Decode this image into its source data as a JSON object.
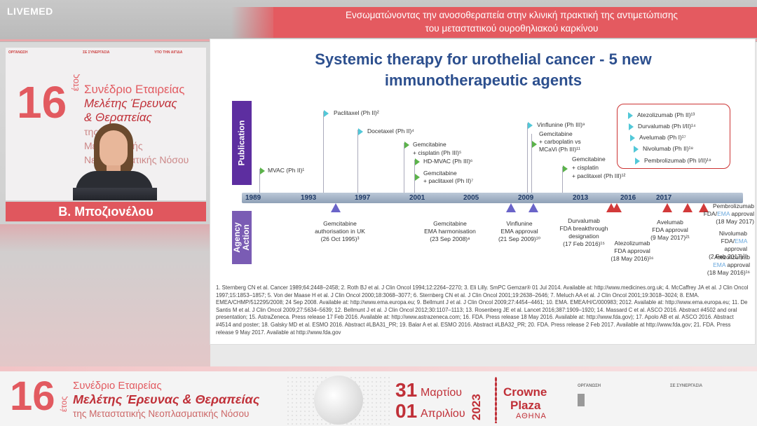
{
  "header": {
    "brand": "LIVEMED",
    "talk_title_line1": "Ενσωματώνοντας την ανοσοθεραπεία στην κλινική πρακτική της αντιμετώπισης",
    "talk_title_line2": "του μεταστατικού ουροθηλιακού καρκίνου"
  },
  "speaker": {
    "name": "Β. Μποζιονέλου",
    "poster_number": "16",
    "poster_etos": "έτος",
    "poster_lines": [
      "Συνέδριο Εταιρείας",
      "Μελέτης Έρευνας",
      "& Θεραπείας",
      "της",
      "Μεταστατικής",
      "Νεοπλασματικής Νόσου"
    ],
    "org_heads": [
      "ΟΡΓΑΝΩΣΗ",
      "ΣΕ ΣΥΝΕΡΓΑΣΙΑ",
      "ΥΠΟ ΤΗΝ ΑΙΓΙΔΑ"
    ]
  },
  "slide": {
    "title_line1": "Systemic therapy for urothelial cancer - 5 new",
    "title_line2": "immunotherapeutic agents",
    "label_publication": "Publication",
    "label_agency_line1": "Agency",
    "label_agency_line2": "Action",
    "years": [
      "1989",
      "1993",
      "1997",
      "2001",
      "2005",
      "2009",
      "2013",
      "2016",
      "2017"
    ],
    "publications": [
      {
        "text": "MVAC (Ph II)¹"
      },
      {
        "text": "Paclitaxel (Ph II)²"
      },
      {
        "text": "Docetaxel (Ph II)⁴"
      },
      {
        "text": "Gemcitabine"
      },
      {
        "text": "+ cisplatin (Ph III)⁵"
      },
      {
        "text": "HD-MVAC (Ph III)⁶"
      },
      {
        "text": "Gemcitabine"
      },
      {
        "text": "+ paclitaxel (Ph II)⁷"
      },
      {
        "text": "Vinflunine (Ph III)⁹"
      },
      {
        "text": "Gemcitabine"
      },
      {
        "text": "+ carboplatin vs"
      },
      {
        "text": "MCaVi (Ph III)¹¹"
      },
      {
        "text": "Gemcitabine"
      },
      {
        "text": "+ cisplatin"
      },
      {
        "text": "+ paclitaxel (Ph III)¹²"
      },
      {
        "text": "Atezolizumab (Ph II)¹³"
      },
      {
        "text": "Durvalumab (Ph I/II)¹⁴"
      },
      {
        "text": "Avelumab (Ph I)¹⁷"
      },
      {
        "text": "Nivolumab (Ph II)¹⁸"
      },
      {
        "text": "Pembrolizumab (Ph I/II)¹⁹"
      }
    ],
    "agency": [
      {
        "l1": "Gemcitabine",
        "l2": "authorisation in UK",
        "l3": "(26 Oct 1995)³"
      },
      {
        "l1": "Gemcitabine",
        "l2": "EMA harmonisation",
        "l3": "(23 Sep 2008)⁸"
      },
      {
        "l1": "Vinflunine",
        "l2": "EMA approval",
        "l3": "(21 Sep 2009)¹⁰"
      },
      {
        "l1": "Durvalumab",
        "l2": "FDA breakthrough",
        "l3": "designation",
        "l4": "(17 Feb 2016)¹⁵"
      },
      {
        "l1": "Atezolizumab",
        "l2": "FDA approval",
        "l3": "(18 May 2016)¹⁶"
      },
      {
        "l1": "Avelumab",
        "l2": "FDA approval",
        "l3": "(9 May 2017)²¹"
      },
      {
        "l1": "Pembrolizumab",
        "l2a": "FDA/",
        "l2b": "EMA",
        "l2c": " approval",
        "l3": "(18 May 2017)"
      },
      {
        "l1": "Nivolumab",
        "l2a": "FDA/",
        "l2b": "EMA",
        "l2c": " approval",
        "l3": "(2 Feb 2017)²⁰"
      },
      {
        "l1": "Atezolizumab",
        "l2b": "EMA",
        "l2c": " approval",
        "l3": "(18 May 2016)¹⁶"
      }
    ],
    "references": "1. Sternberg CN et al. Cancer 1989;64:2448–2458; 2. Roth BJ et al. J Clin Oncol 1994;12:2264–2270; 3. Eli Lilly. SmPC Gemzar® 01 Jul 2014. Available at: http://www.medicines.org.uk; 4. McCaffrey JA et al. J Clin Oncol 1997;15:1853–1857; 5. Von der Maase H et al. J Clin Oncol 2000;18:3068–3077; 6. Sternberg CN et al. J Clin Oncol 2001;19:2638–2646; 7. Meluch AA et al. J Clin Oncol 2001;19:3018–3024; 8. EMA. EMEA/CHMP/512295/2008; 24 Sep 2008. Available at: http://www.ema.europa.eu; 9. Bellmunt J et al. J Clin Oncol 2009;27:4454–4461; 10. EMA. EMEA/H/C/000983; 2012. Available at: http://www.ema.europa.eu; 11. De Santis M et al. J Clin Oncol 2009;27:5634–5639; 12. Bellmunt J et al. J Clin Oncol 2012;30:1107–1113; 13. Rosenberg JE et al. Lancet 2016;387:1909–1920; 14. Massard C et al. ASCO 2016. Abstract #4502 and oral presentation; 15. AstraZeneca. Press release 17 Feb 2016. Available at: http://www.astrazeneca.com; 16. FDA. Press release 18 May 2016. Available at: http://www.fda.gov); 17. Apolo AB et al. ASCO 2016. Abstract #4514 and poster; 18. Galsky MD et al. ESMO 2016. Abstract #LBA31_PR; 19. Balar A et al. ESMO 2016. Abstract #LBA32_PR; 20. FDA. Press release 2 Feb 2017. Available at http://www.fda.gov; 21. FDA. Press release 9 May 2017. Available at http://www.fda.gov"
  },
  "footer": {
    "number": "16",
    "etos": "έτος",
    "line1": "Συνέδριο Εταιρείας",
    "line2": "Μελέτης Έρευνας & Θεραπείας",
    "line3": "της Μεταστατικής Νεοπλασματικής Νόσου",
    "day1": "31",
    "month1": "Μαρτίου",
    "day2": "01",
    "month2": "Απριλίου",
    "year": "2023",
    "venue1": "Crowne",
    "venue2": "Plaza",
    "venue3": "ΑΘΗΝΑ",
    "org_head": "ΟΡΓΑΝΩΣΗ",
    "syn_head": "ΣΕ ΣΥΝΕΡΓΑΣΙΑ"
  }
}
